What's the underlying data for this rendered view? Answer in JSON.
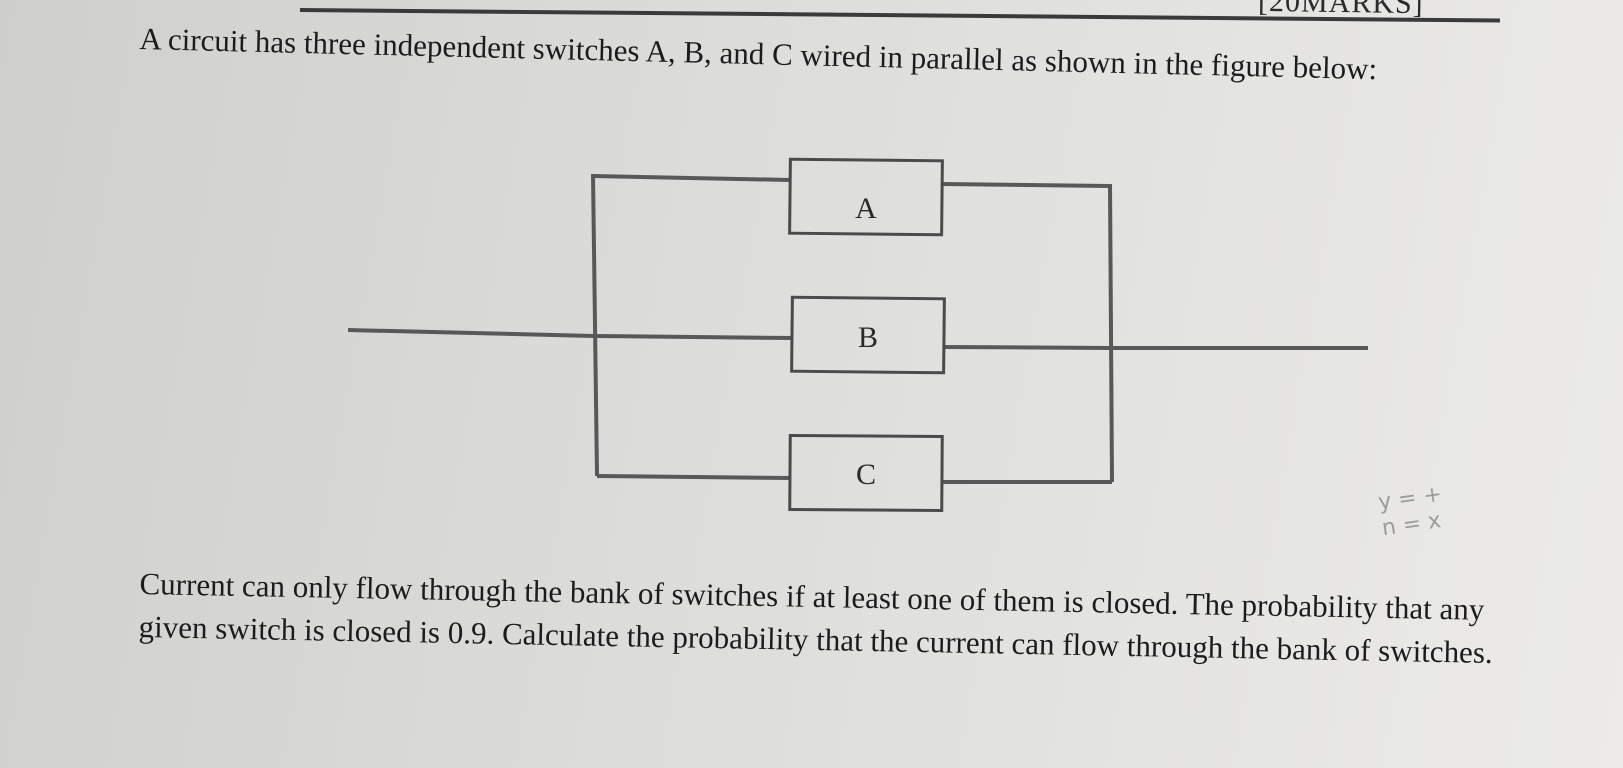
{
  "header": {
    "marks_fragment": "[20MARKS]"
  },
  "question": {
    "intro": "A circuit has three independent switches A, B, and C wired in parallel as shown in the figure below:",
    "body": "Current can only flow through the bank of switches if at least one of them is closed. The probability that any given switch is closed is 0.9. Calculate the probability that the current can flow through the bank of switches."
  },
  "circuit": {
    "switches": [
      {
        "label": "A"
      },
      {
        "label": "B"
      },
      {
        "label": "C"
      }
    ]
  },
  "handwritten_notes": {
    "line1": "y = +",
    "line2": "n = x"
  }
}
